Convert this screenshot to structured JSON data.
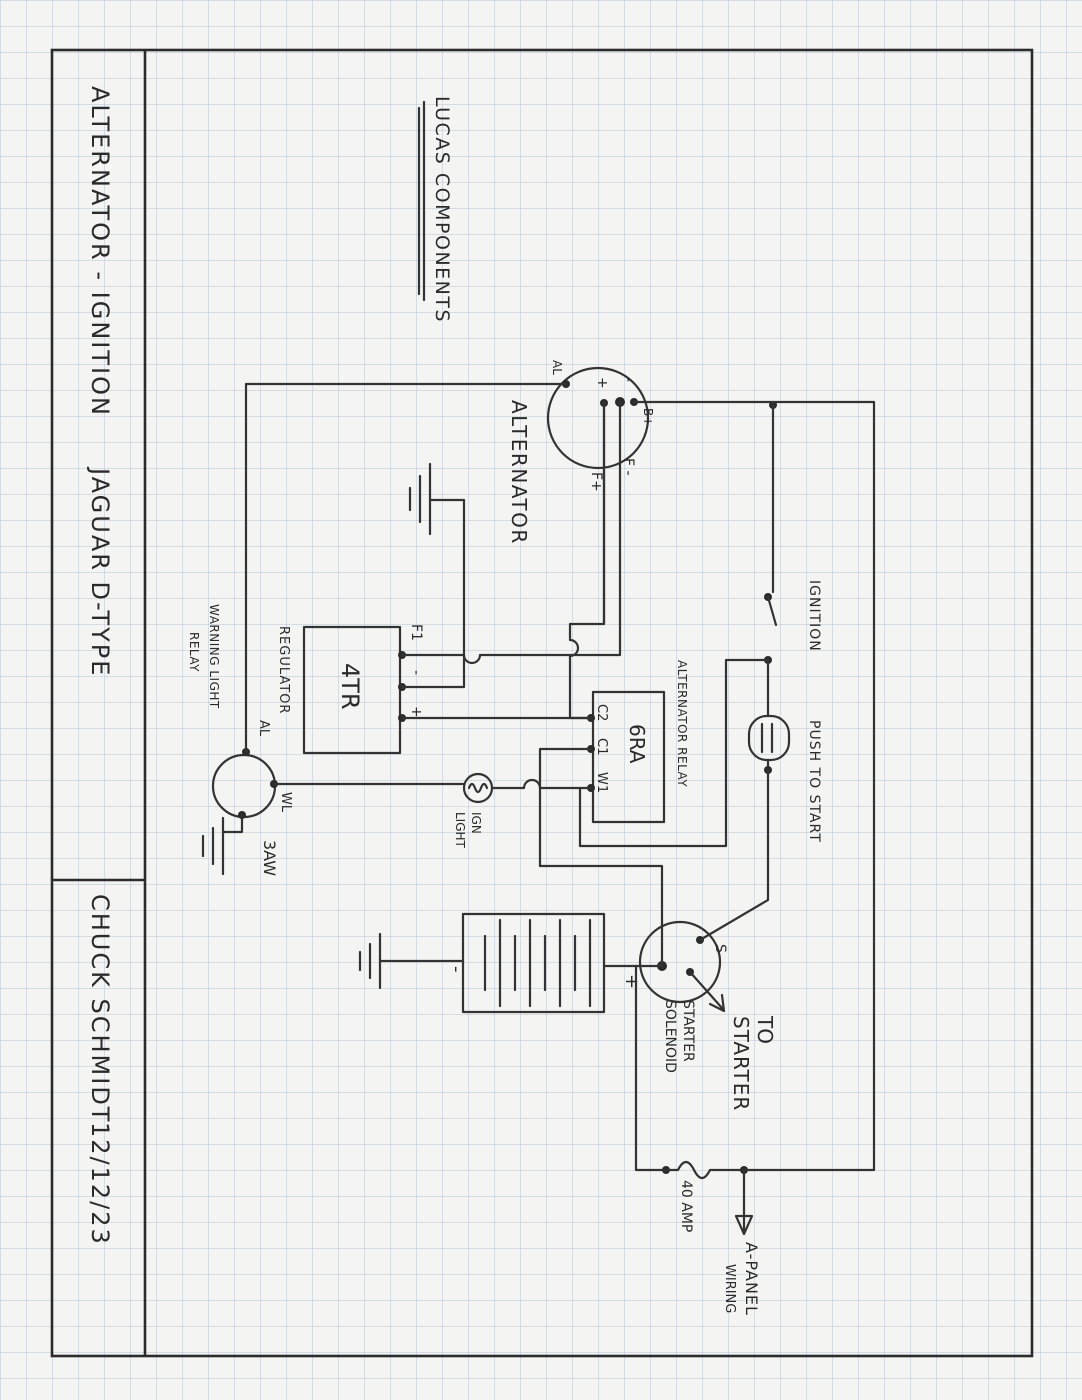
{
  "title_block": {
    "title": "ALTERNATOR - IGNITION",
    "car": "JAGUAR D-TYPE",
    "author": "CHUCK SCHMIDT",
    "date": "12/12/23"
  },
  "heading": "LUCAS COMPONENTS",
  "alternator": {
    "label": "ALTERNATOR",
    "t_al": "AL",
    "t_plus": "+",
    "t_minus": "-",
    "t_bplus": "B+",
    "t_fplus": "F+",
    "t_fminus": "F -"
  },
  "regulator": {
    "model": "4TR",
    "label": "REGULATOR",
    "t_f1": "F1",
    "t_minus": "-",
    "t_plus": "+"
  },
  "relay_6ra": {
    "model": "6RA",
    "label": "ALTERNATOR RELAY",
    "t_c2": "C2",
    "t_c1": "C1",
    "t_w1": "W1"
  },
  "warning_relay": {
    "label_1": "WARNING LIGHT",
    "label_2": "RELAY",
    "t_al": "AL",
    "t_wl": "WL",
    "model": "3AW"
  },
  "ign_light": {
    "label_1": "IGN",
    "label_2": "LIGHT"
  },
  "ignition_switch": {
    "label": "IGNITION"
  },
  "push_to_start": {
    "label": "PUSH TO START"
  },
  "starter_solenoid": {
    "label_1": "STARTER",
    "label_2": "SOLENOID",
    "t_s": "S",
    "to_label_1": "TO",
    "to_label_2": "STARTER"
  },
  "battery": {
    "t_plus": "+",
    "t_minus": "-"
  },
  "fuse": {
    "label": "40 AMP"
  },
  "a_panel": {
    "label_1": "A-PANEL",
    "label_2": "WIRING"
  }
}
